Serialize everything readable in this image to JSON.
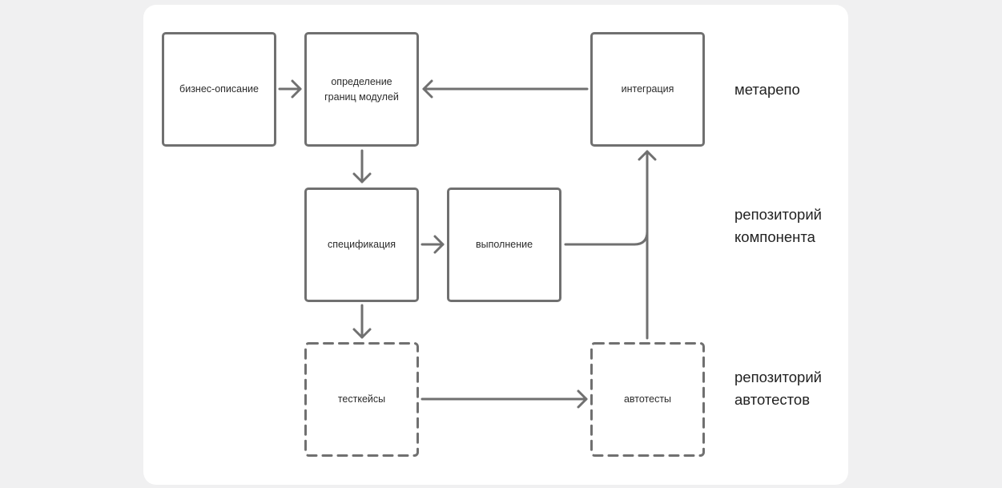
{
  "nodes": {
    "business": "бизнес-описание",
    "modules": "определение\nграниц модулей",
    "integration": "интеграция",
    "spec": "спецификация",
    "execution": "выполнение",
    "testcases": "тесткейсы",
    "autotests": "автотесты"
  },
  "layers": {
    "metarepo": "метарепо",
    "component": "репозиторий\nкомпонента",
    "autotests": "репозиторий\nавтотестов"
  },
  "colors": {
    "stroke": "#707070",
    "text": "#2b2b2b",
    "card": "#ffffff",
    "background": "#f0f0f1"
  }
}
